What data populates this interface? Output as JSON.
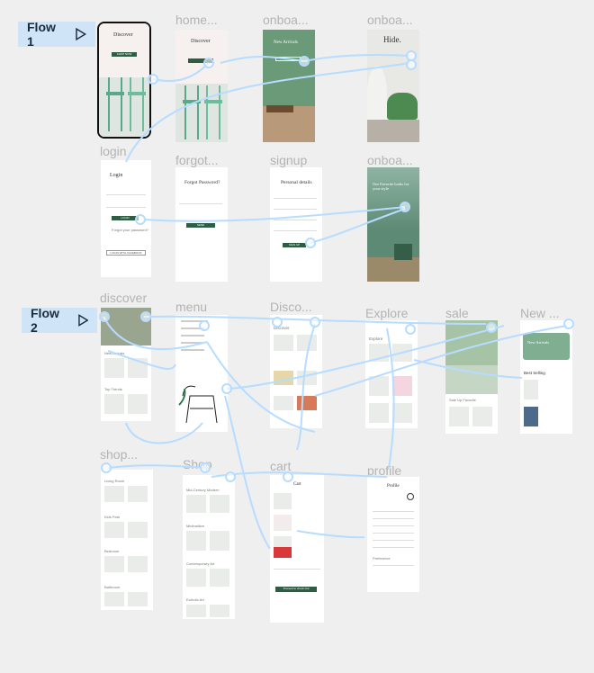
{
  "flows": [
    {
      "label": "Flow 1"
    },
    {
      "label": "Flow 2"
    }
  ],
  "frames": {
    "discover_start": {
      "title": "Discover",
      "button": "SHOP NOW"
    },
    "home": {
      "label": "home...",
      "title": "Discover"
    },
    "onboarding1": {
      "label": "onboa...",
      "title": "New Arrivals",
      "button": "SHOP NOW"
    },
    "onboarding2": {
      "label": "onboa...",
      "title": "Hide."
    },
    "login": {
      "label": "login",
      "title": "Login",
      "button": "LOGIN",
      "forgot": "Forgot your password?",
      "facebook": "LOGIN WITH FACEBOOK"
    },
    "forgot": {
      "label": "forgot...",
      "title": "Forgot Password?",
      "button": "SEND"
    },
    "signup": {
      "label": "signup",
      "title": "Personal details",
      "button": "SIGN UP"
    },
    "onboarding3": {
      "label": "onboa...",
      "title": "Our Favorite looks for your style"
    },
    "discover": {
      "label": "discover",
      "sections": [
        "New Arrivals",
        "Top Trends"
      ]
    },
    "menu": {
      "label": "menu"
    },
    "disco": {
      "label": "Disco...",
      "title": "Discover"
    },
    "explore": {
      "label": "Explore",
      "title": "Explore"
    },
    "sale": {
      "label": "sale",
      "title": "Sale Up Favorite"
    },
    "new_arrivals": {
      "label": "New ...",
      "title": "New Arrivals",
      "section": "Best Selling"
    },
    "shop": {
      "label": "shop...",
      "sections": [
        "Living Room",
        "Kids Park",
        "Bedroom",
        "Bathroom"
      ]
    },
    "shop2": {
      "label": "Shop",
      "sections": [
        "Mid-Century Modern",
        "Minimalism",
        "Contemporary Art",
        "Eclectic Art"
      ]
    },
    "cart": {
      "label": "cart",
      "title": "Cart",
      "button": "Proceed to check Out"
    },
    "profile": {
      "label": "profile",
      "title": "Profile",
      "section": "Preference"
    }
  },
  "colors": {
    "canvas": "#efefef",
    "flow_line": "#b6dcff",
    "badge": "#cfe4f7",
    "accent_green": "#2f5d44"
  }
}
